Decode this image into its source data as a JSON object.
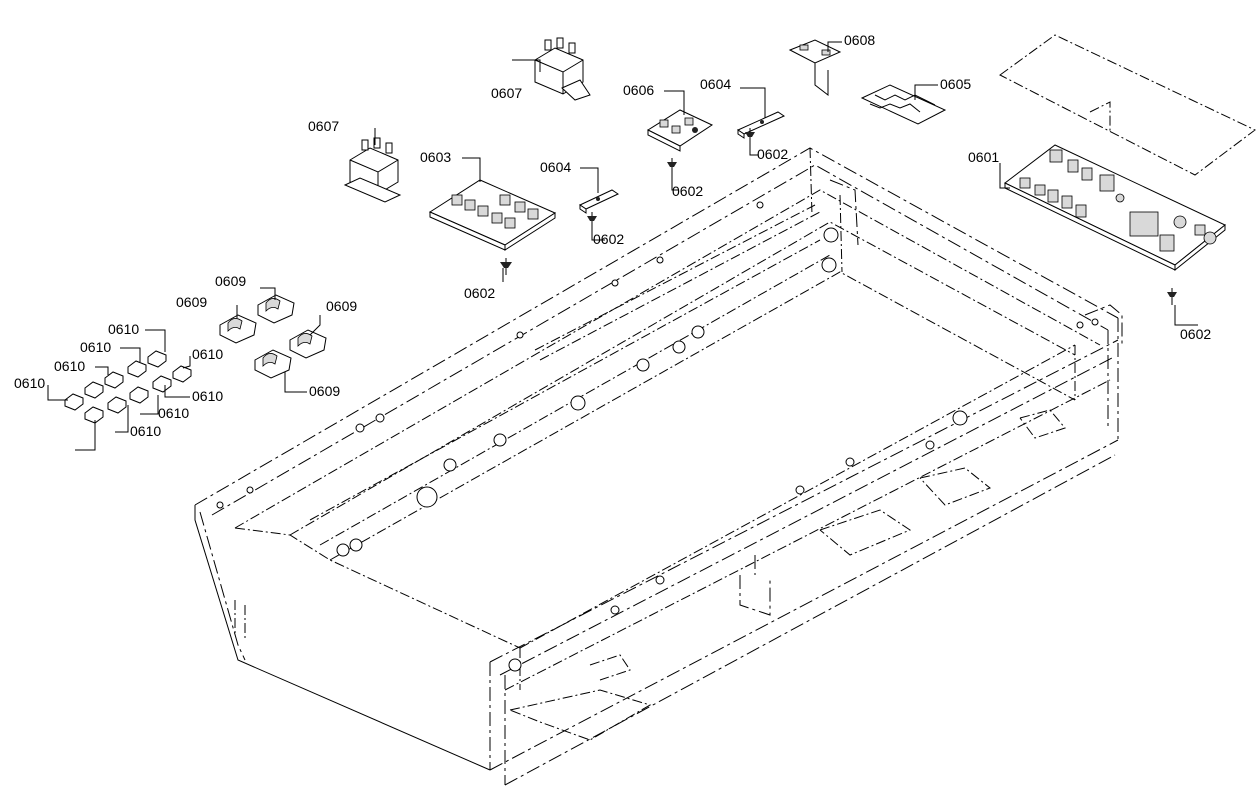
{
  "labels": [
    {
      "text": "0601"
    },
    {
      "text": "0602"
    },
    {
      "text": "0602"
    },
    {
      "text": "0602"
    },
    {
      "text": "0602"
    },
    {
      "text": "0602"
    },
    {
      "text": "0603"
    },
    {
      "text": "0604"
    },
    {
      "text": "0604"
    },
    {
      "text": "0605"
    },
    {
      "text": "0606"
    },
    {
      "text": "0607"
    },
    {
      "text": "0607"
    },
    {
      "text": "0608"
    },
    {
      "text": "0609"
    },
    {
      "text": "0609"
    },
    {
      "text": "0609"
    },
    {
      "text": "0609"
    },
    {
      "text": "0610"
    },
    {
      "text": "0610"
    },
    {
      "text": "0610"
    },
    {
      "text": "0610"
    },
    {
      "text": "0610"
    },
    {
      "text": "0610"
    },
    {
      "text": "0610"
    },
    {
      "text": "0610"
    }
  ]
}
